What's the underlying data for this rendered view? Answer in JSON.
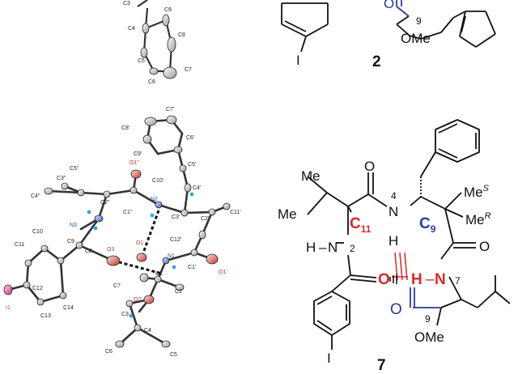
{
  "colors": {
    "bond": "#111111",
    "nitrogen": "#2b4fa0",
    "oxygen": "#c0392b",
    "iodine": "#d0307a",
    "hydrogen": "#37a8d6",
    "red_label": "#d42a2a",
    "blue_label": "#2c3a9a"
  },
  "top_left_atoms": [
    "C3",
    "C9",
    "C4",
    "C8",
    "C5",
    "C7",
    "C6"
  ],
  "bottom_left_atoms": [
    "C8'",
    "C7'",
    "C6'",
    "C9'",
    "C5'",
    "O1\"",
    "C10'",
    "C5\"",
    "C4'",
    "C3\"",
    "N2",
    "C4\"",
    "C2\"",
    "C11'",
    "C1\"",
    "C3'",
    "C2'",
    "N3",
    "C12'",
    "C10",
    "O1",
    "C11",
    "C9",
    "C8",
    "O3",
    "N1",
    "C1'",
    "O1'",
    "C12",
    "C7",
    "C1",
    "C2",
    "I1",
    "C14",
    "O2",
    "C13",
    "C3",
    "C4",
    "C6",
    "C5"
  ],
  "compound2": {
    "number_label": "2",
    "ring_number": "9",
    "ester_label": "OMe",
    "iodo_label": "I"
  },
  "compound7": {
    "number_label": "7",
    "me_top": "Me",
    "me_left": "Me",
    "o_top_amide": "O",
    "o_right_amide": "O",
    "n4": "N",
    "n4_num": "4",
    "h_n4": "H",
    "c11": "C",
    "c11_sub": "11",
    "c9": "C",
    "c9_sub": "9",
    "me_s": "Me",
    "me_s_sup": "S",
    "me_r": "Me",
    "me_r_sup": "R",
    "h_n2": "H",
    "n2": "N",
    "n2_num": "2",
    "o_benzoyl": "O",
    "h_n7": "H",
    "n7": "N",
    "n7_num": "7",
    "o_ester": "O",
    "ester_num": "9",
    "ester_label": "OMe",
    "iodo": "I"
  }
}
